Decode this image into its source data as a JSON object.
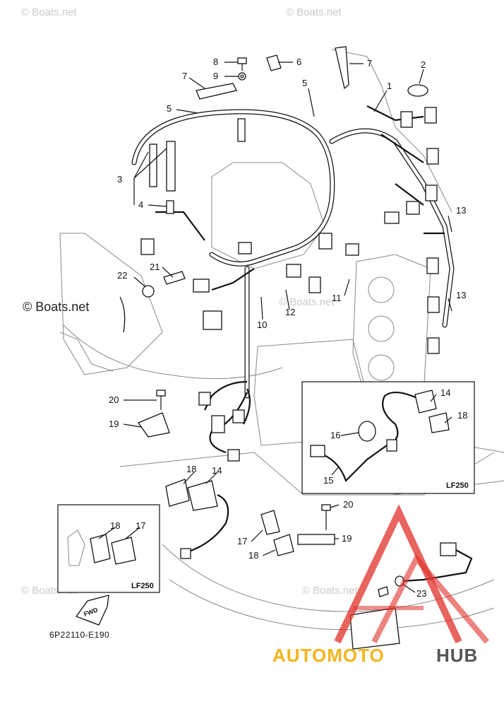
{
  "watermarks": {
    "top_left": "© Boats.net",
    "top_right": "© Boats.net",
    "middle_left": "© Boats.net",
    "middle": "© Boats.net",
    "lower_left": "© Boats.net",
    "lower_middle": "© Boats.net"
  },
  "callouts": {
    "c1": "1",
    "c2": "2",
    "c3": "3",
    "c4": "4",
    "c5a": "5",
    "c5b": "5",
    "c6": "6",
    "c7a": "7",
    "c7b": "7",
    "c8": "8",
    "c9": "9",
    "c10": "10",
    "c11": "11",
    "c12": "12",
    "c13a": "13",
    "c13b": "13",
    "c14a": "14",
    "c14b": "14",
    "c15": "15",
    "c16": "16",
    "c17a": "17",
    "c17b": "17",
    "c18a": "18",
    "c18b": "18",
    "c18c": "18",
    "c18d": "18",
    "c19a": "19",
    "c19b": "19",
    "c20a": "20",
    "c20b": "20",
    "c21": "21",
    "c22": "22",
    "c23": "23"
  },
  "insets": {
    "right_tag": "LF250",
    "left_tag": "LF250"
  },
  "fwd_label": "FWD",
  "diagram_code": "6P22110-E190",
  "logo": {
    "part1": "AUTOMOTO",
    "part2": "HUB",
    "color_primary": "#f2b51c",
    "color_secondary": "#555555",
    "triangle_color": "#e0302a"
  }
}
